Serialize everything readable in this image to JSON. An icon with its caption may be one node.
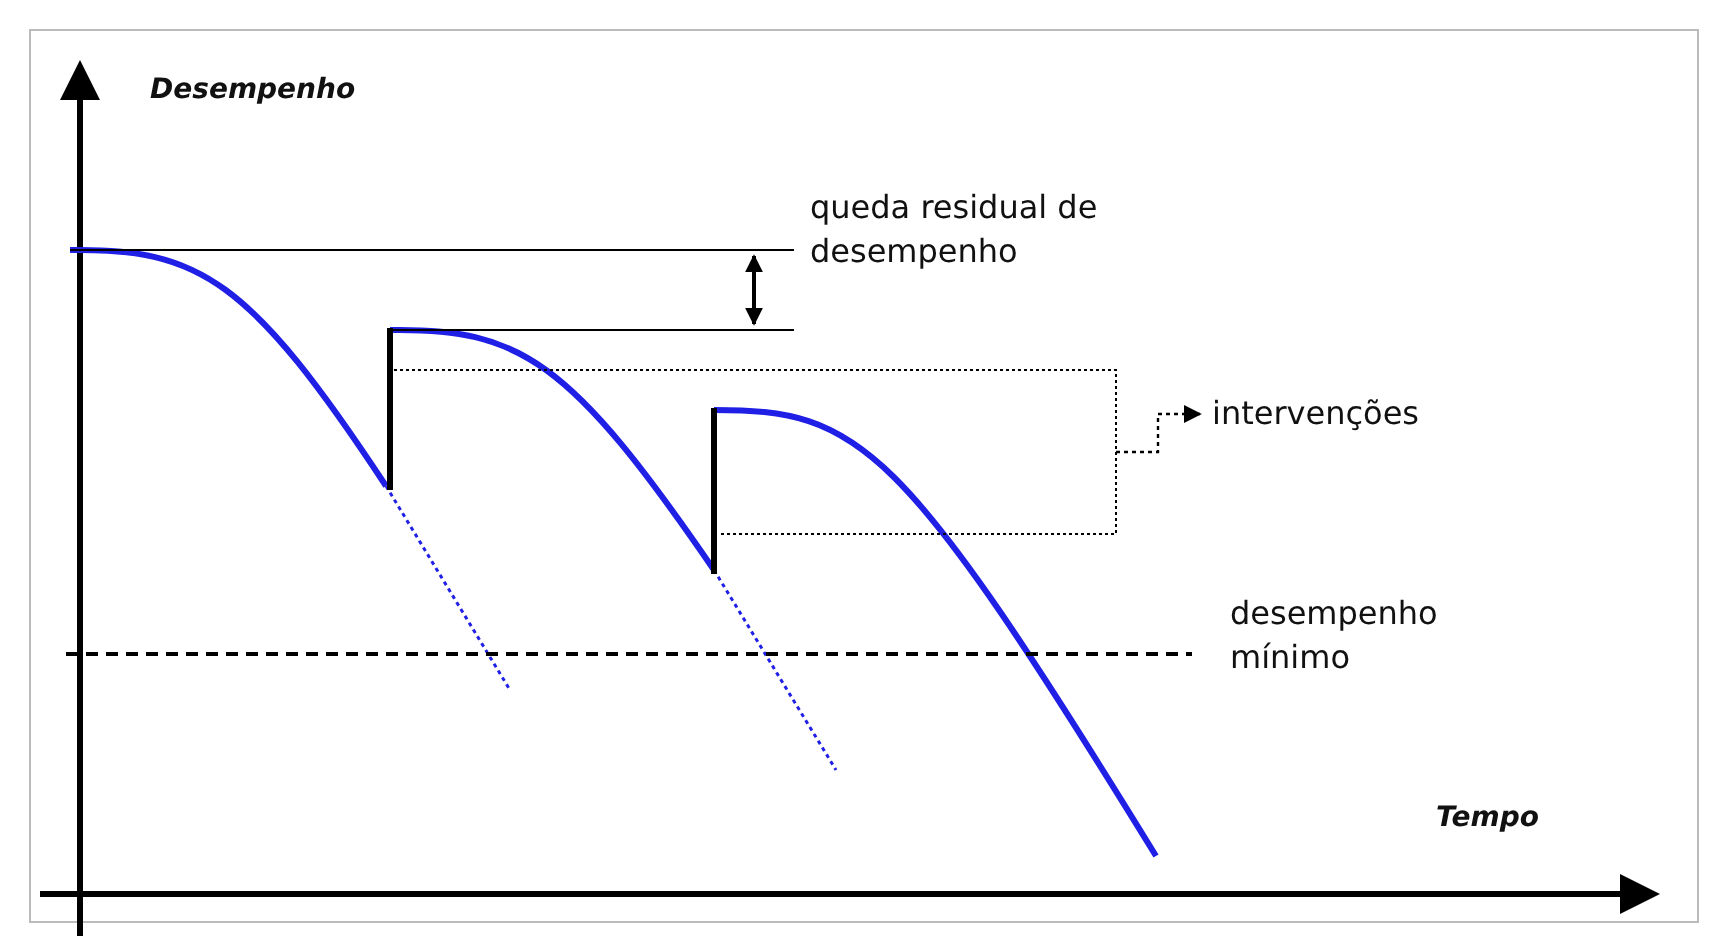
{
  "diagram": {
    "nodes": [
      {
        "text": [],
        "shape": "bracket"
      },
      {
        "text": [
          "intervenções"
        ]
      }
    ],
    "edges": [
      {
        "from": 0,
        "to": 1,
        "arrow": "to",
        "style": "dashed"
      }
    ],
    "labels": [
      "Desempenho",
      "queda residual de desempenho",
      "desempenho mínimo",
      "Tempo"
    ]
  }
}
